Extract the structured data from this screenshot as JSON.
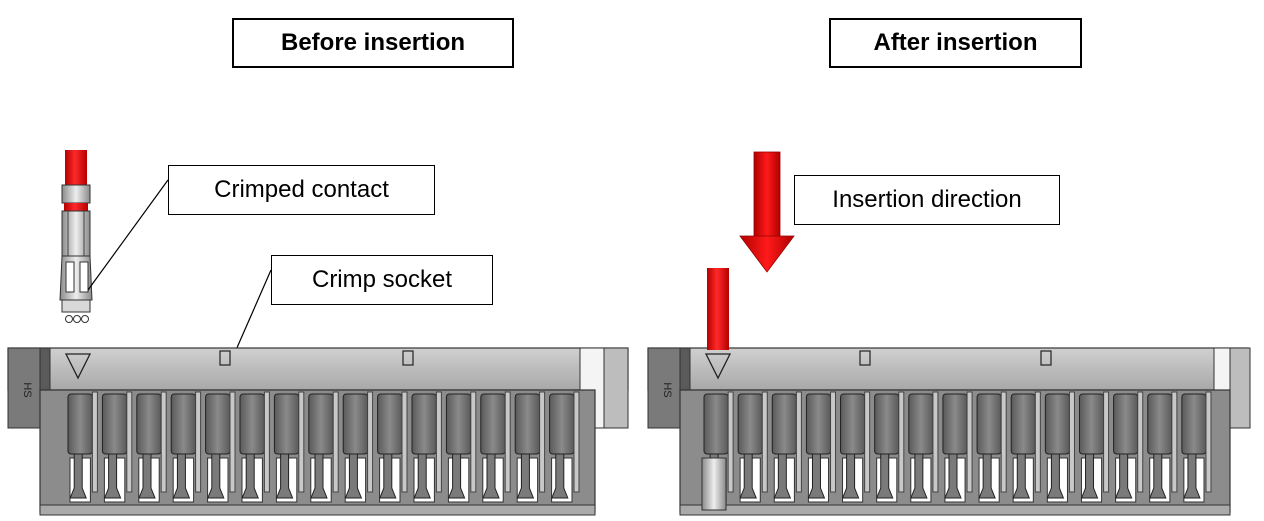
{
  "titles": {
    "before": "Before insertion",
    "after": "After insertion"
  },
  "callouts": {
    "crimped_contact": "Crimped contact",
    "crimp_socket": "Crimp socket",
    "insertion_direction": "Insertion direction"
  },
  "colors": {
    "wire": "#e01010",
    "arrow": "#e00000",
    "housing_top": "#bdbdbd",
    "housing_body": "#8c8c8c",
    "latch": "#6e6e6e",
    "outline": "#333333"
  },
  "socket": {
    "cavity_count": 15
  }
}
